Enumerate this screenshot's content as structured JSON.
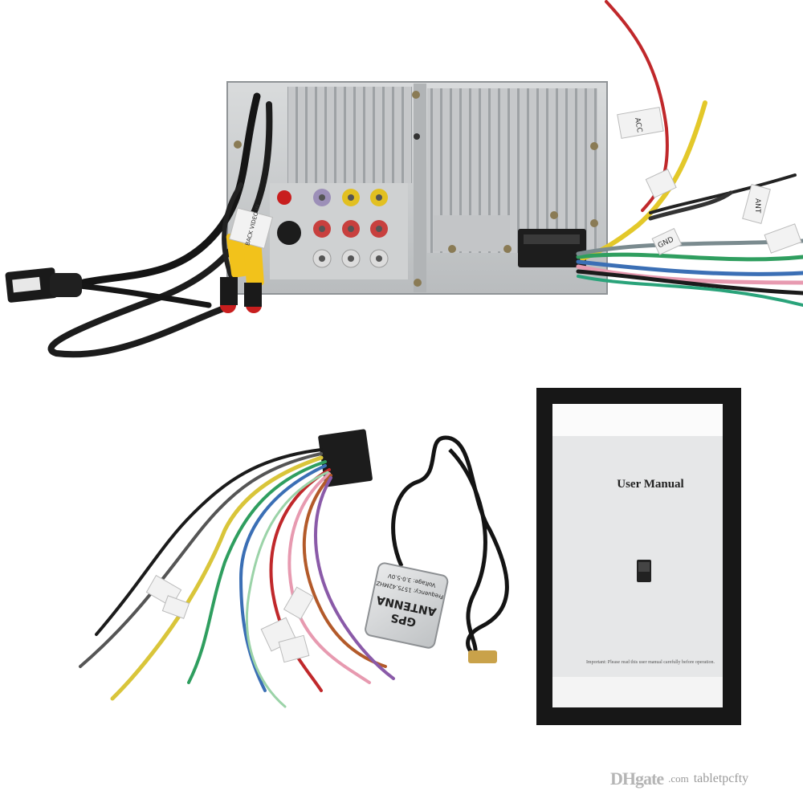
{
  "photo": {
    "subject": "car-stereo-head-unit-kit"
  },
  "manual": {
    "title": "User Manual",
    "footnote": "Important: Please read this user manual carefully before operation."
  },
  "gps_antenna": {
    "line1": "GPS",
    "line2": "ANTENNA",
    "frequency": "Frequency: 1575.42MHZ",
    "voltage": "Voltage: 3.0-5.0V"
  },
  "wire_labels": {
    "acc": "ACC",
    "gnd": "GND",
    "ant": "ANT",
    "back_video": "BACK VIDEO IN"
  },
  "watermark": {
    "logo": "DHgate",
    "domain": ".com",
    "store": "tabletpcfty"
  },
  "colors": {
    "chassis": "#c9cbcc",
    "wire_red": "#c0282b",
    "wire_yellow": "#e3c82a",
    "rca_yellow": "#f2c21b",
    "rca_red": "#c81e1e",
    "frame_black": "#1a1a1a"
  }
}
